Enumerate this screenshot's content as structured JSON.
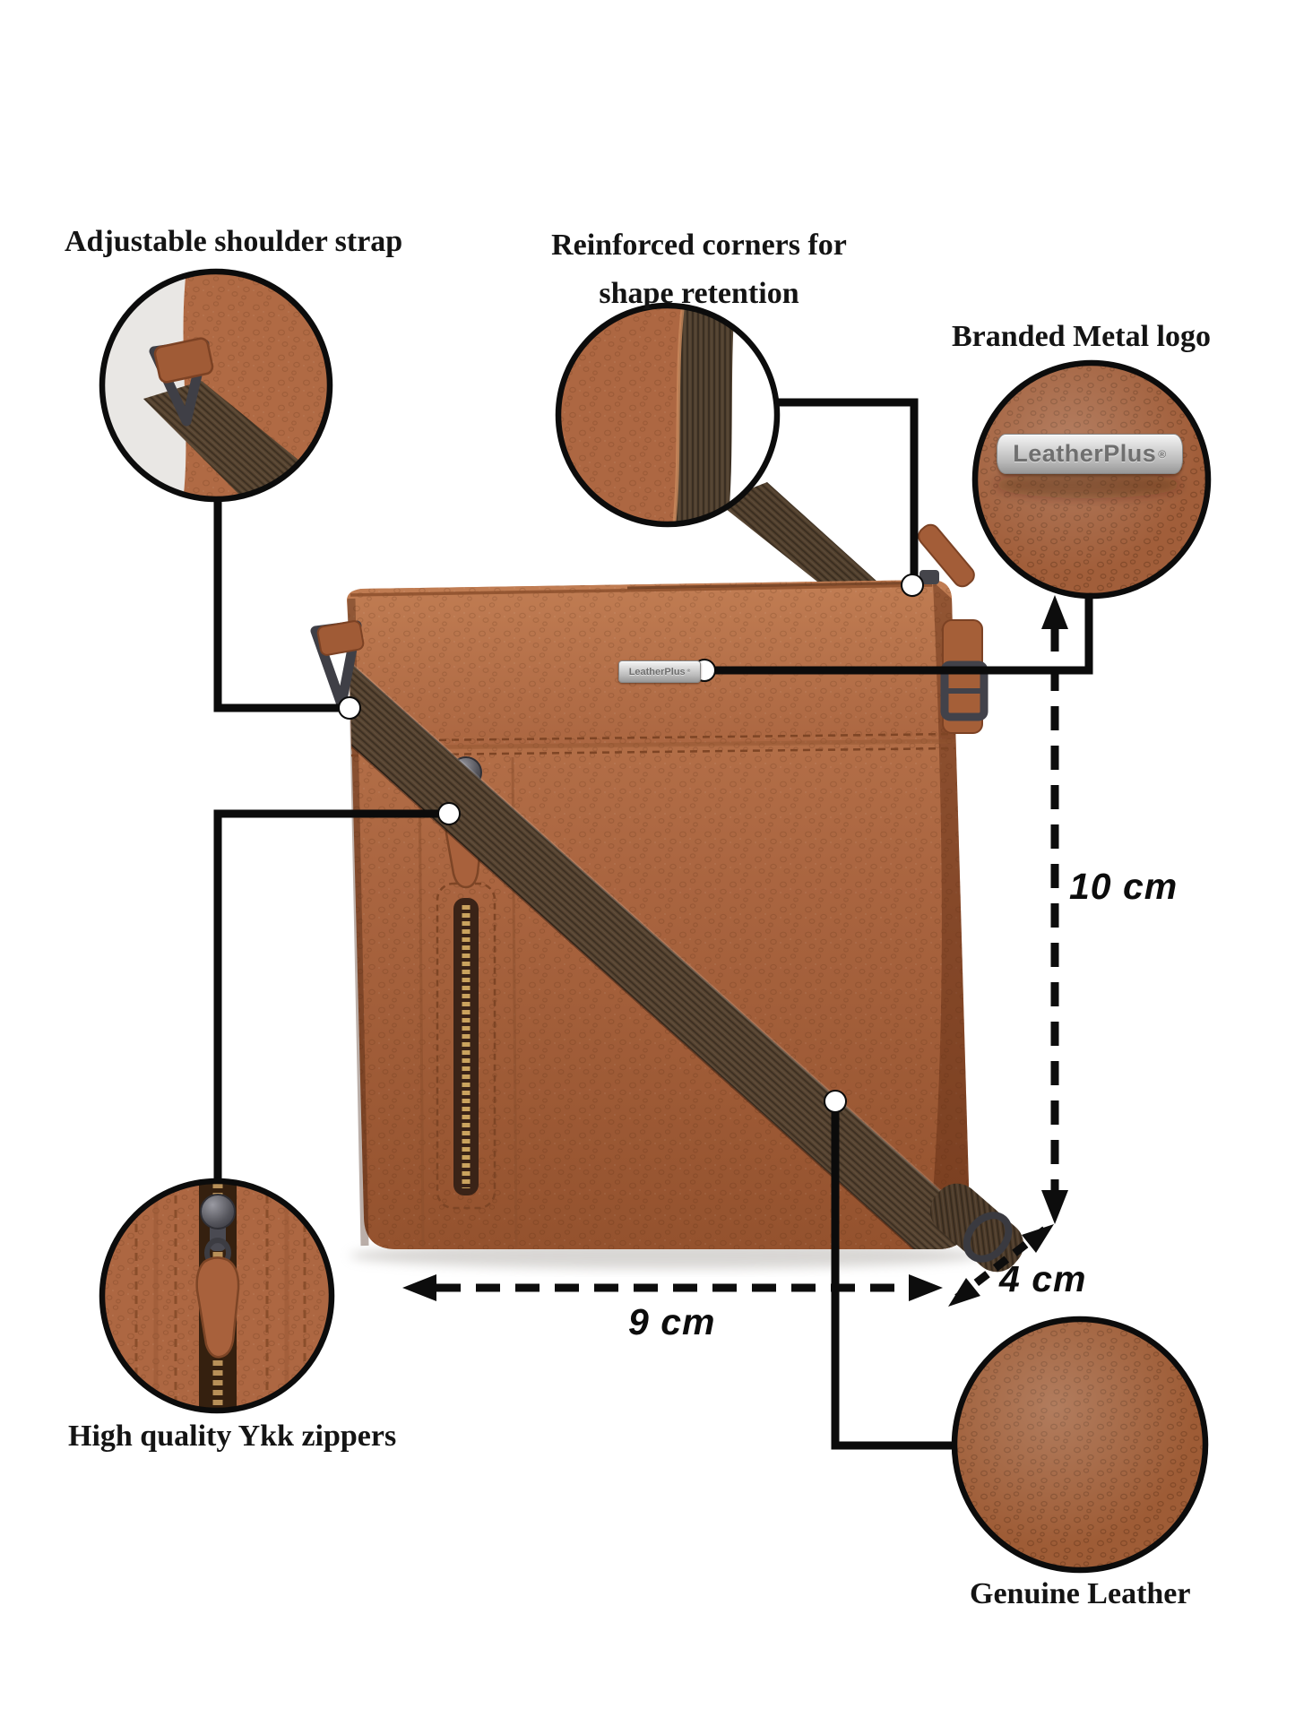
{
  "callouts": {
    "strap": {
      "label": "Adjustable shoulder strap"
    },
    "corners": {
      "label_line1": "Reinforced corners for",
      "label_line2": "shape retention"
    },
    "logo": {
      "label": "Branded Metal logo"
    },
    "zippers": {
      "label": "High quality Ykk zippers"
    },
    "leather": {
      "label": "Genuine Leather"
    }
  },
  "dimensions": {
    "height": "10 cm",
    "width": "9 cm",
    "depth": "4 cm"
  },
  "brand": {
    "plate_text": "LeatherPlus",
    "reg_mark": "®"
  },
  "colors": {
    "background": "#ffffff",
    "leather_tan": "#ad6742",
    "leather_dark": "#94522e",
    "webbing_brown": "#55422f",
    "metal_gunmetal": "#45454b",
    "plate_silver": "#d7d7d7",
    "line_black": "#0d0d0d"
  }
}
